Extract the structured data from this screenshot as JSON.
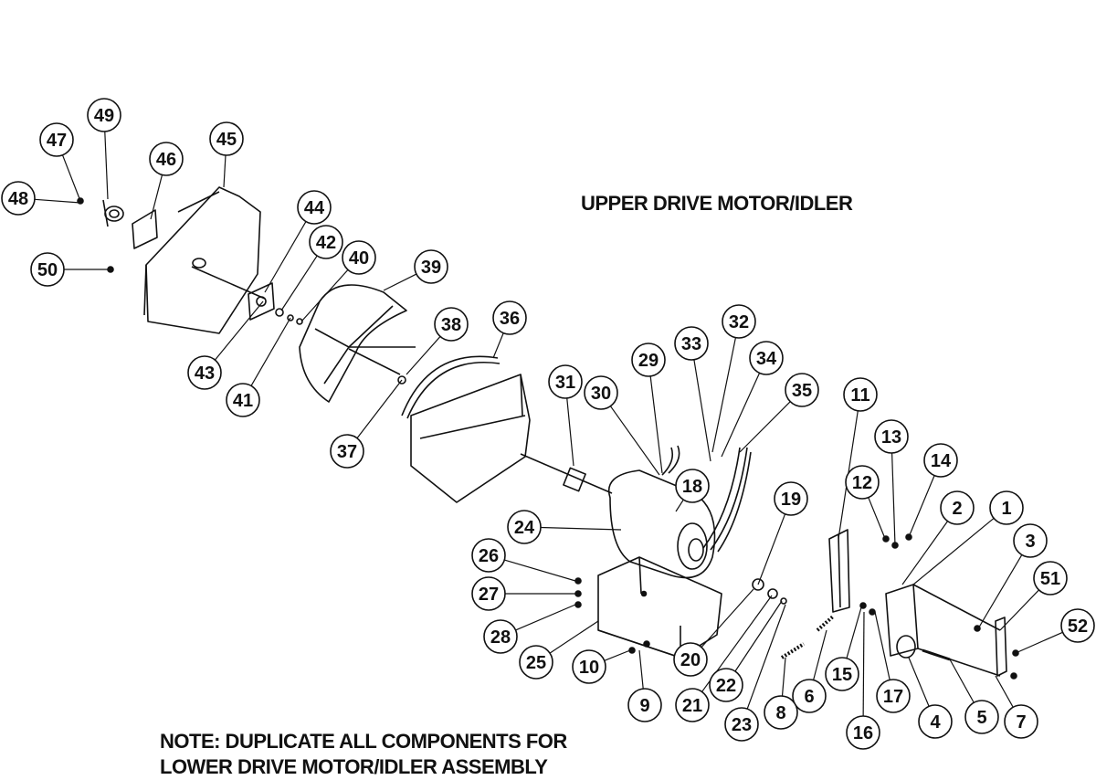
{
  "diagram": {
    "title": "UPPER DRIVE MOTOR/IDLER",
    "note_line1": "NOTE: DUPLICATE ALL COMPONENTS FOR",
    "note_line2": "LOWER DRIVE MOTOR/IDLER ASSEMBLY",
    "callouts": [
      "1",
      "2",
      "3",
      "4",
      "5",
      "6",
      "7",
      "8",
      "9",
      "10",
      "11",
      "12",
      "13",
      "14",
      "15",
      "16",
      "17",
      "18",
      "19",
      "20",
      "21",
      "22",
      "23",
      "24",
      "25",
      "26",
      "27",
      "28",
      "29",
      "30",
      "31",
      "32",
      "33",
      "34",
      "35",
      "36",
      "37",
      "38",
      "39",
      "40",
      "41",
      "42",
      "43",
      "44",
      "45",
      "46",
      "47",
      "48",
      "49",
      "50",
      "51",
      "52"
    ]
  }
}
